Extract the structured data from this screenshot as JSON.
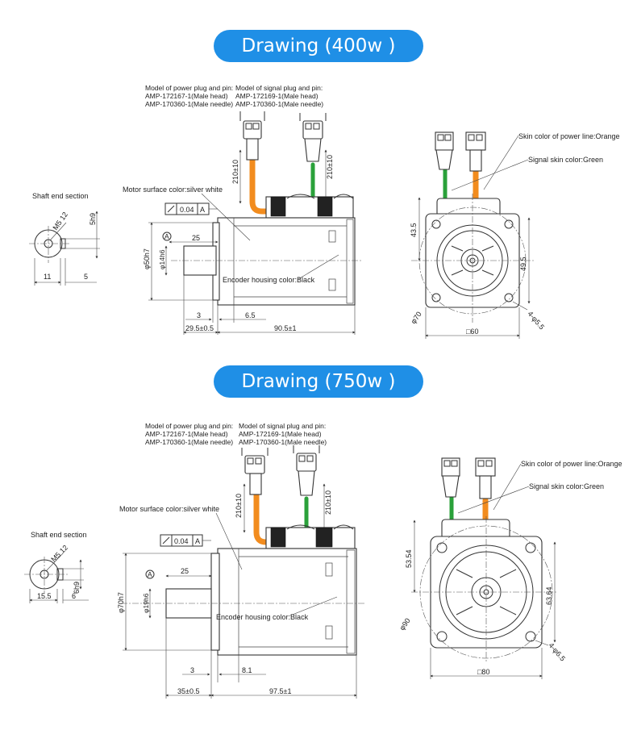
{
  "titles": {
    "drawing_400w": "Drawing (400w )",
    "drawing_750w": "Drawing (750w )"
  },
  "colors": {
    "title_pill": "#1f8fe6",
    "power_line": "#f28c1e",
    "signal_line": "#2aa13a",
    "encoder": "#222222"
  },
  "d400": {
    "power_plug_title": "Model of power plug and pin:",
    "power_plug_head": "AMP-172167-1(Male head)",
    "power_plug_needle": "AMP-170360-1(Male needle)",
    "signal_plug_title": "Model of signal plug and pin:",
    "signal_plug_head": "AMP-172169-1(Male head)",
    "signal_plug_needle": "AMP-170360-1(Male needle)",
    "shaft_title": "Shaft end section",
    "shaft_thread": "M5 12",
    "shaft_key": "5h9",
    "shaft_dim_a": "11",
    "shaft_dim_b": "5",
    "surface": "Motor surface color:silver white",
    "encoder": "Encoder housing color:Black",
    "tolerance": "0.04",
    "datum": "A",
    "datum_a": "A",
    "cable_a": "210±10",
    "cable_b": "210±10",
    "dim_25": "25",
    "dim_phi50": "φ50h7",
    "dim_phi14": "φ14h6",
    "dim_3": "3",
    "dim_65": "6.5",
    "dim_295": "29.5±0.5",
    "dim_905": "90.5±1",
    "skin_power": "Skin color of power line:Orange",
    "skin_signal": "Signal skin color:Green",
    "dim_435": "43.5",
    "dim_495": "49.5",
    "dim_phi70": "φ70",
    "dim_sq60": "□60",
    "dim_holes": "4-φ5.5"
  },
  "d750": {
    "power_plug_title": "Model of power plug and pin:",
    "power_plug_head": "AMP-172167-1(Male head)",
    "power_plug_needle": "AMP-170360-1(Male needle)",
    "signal_plug_title": "Model of signal plug and pin:",
    "signal_plug_head": "AMP-172169-1(Male head)",
    "signal_plug_needle": "AMP-170360-1(Male needle)",
    "shaft_title": "Shaft end section",
    "shaft_thread": "M5 12",
    "shaft_key": "6h9",
    "shaft_dim_a": "15.5",
    "shaft_dim_b": "6",
    "surface": "Motor surface color:silver white",
    "encoder": "Encoder housing color:Black",
    "tolerance": "0.04",
    "datum": "A",
    "datum_a": "A",
    "cable_a": "210±10",
    "cable_b": "210±10",
    "dim_25": "25",
    "dim_phi70": "φ70h7",
    "dim_phi19": "φ19h6",
    "dim_3": "3",
    "dim_81": "8.1",
    "dim_35": "35±0.5",
    "dim_975": "97.5±1",
    "skin_power": "Skin color of power line:Orange",
    "skin_signal": "Signal skin color:Green",
    "dim_5354": "53.54",
    "dim_6364": "63.64",
    "dim_phi90": "φ90",
    "dim_sq80": "□80",
    "dim_holes": "4-φ6.5"
  }
}
